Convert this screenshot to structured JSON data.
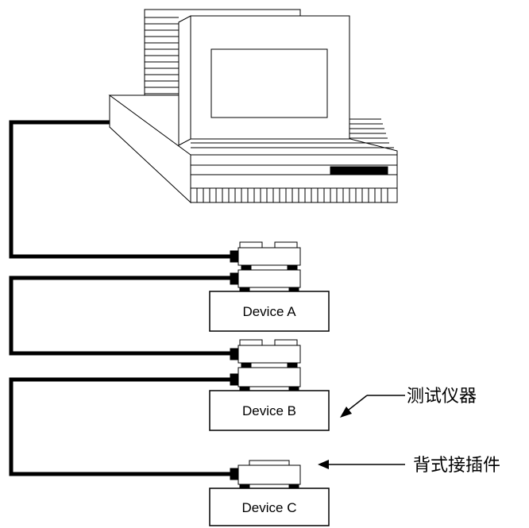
{
  "devices": [
    {
      "label": "Device A"
    },
    {
      "label": "Device B"
    },
    {
      "label": "Device C"
    }
  ],
  "annotations": {
    "instrument": "测试仪器",
    "connector": "背式接插件"
  },
  "colors": {
    "line": "#000000",
    "background": "#ffffff"
  }
}
